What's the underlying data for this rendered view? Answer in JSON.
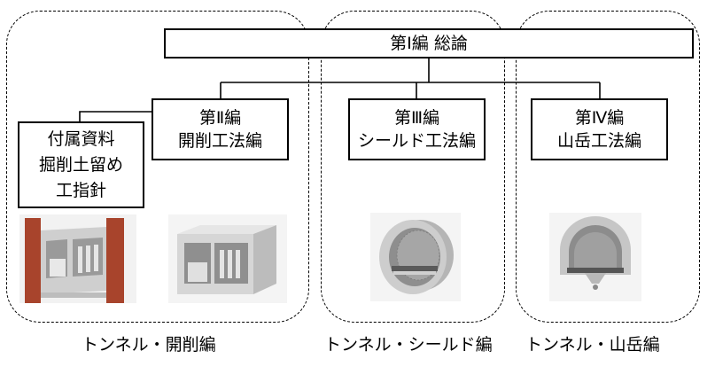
{
  "volumes": {
    "vol1": "第Ⅰ編 総論",
    "vol2": {
      "line1": "第Ⅱ編",
      "line2": "開削工法編"
    },
    "vol3": {
      "line1": "第Ⅲ編",
      "line2": "シールド工法編"
    },
    "vol4": {
      "line1": "第Ⅳ編",
      "line2": "山岳工法編"
    },
    "appendix": {
      "line1": "付属資料",
      "line2": "掘削土留め",
      "line3": "工指針"
    }
  },
  "groups": {
    "open_cut": "トンネル・開削編",
    "shield": "トンネル・シールド編",
    "mountain": "トンネル・山岳編"
  },
  "icons": [
    "cut-and-cover-box-with-retaining-walls-icon",
    "cut-and-cover-box-culvert-icon",
    "shield-tunnel-segment-ring-icon",
    "mountain-tunnel-lining-icon"
  ],
  "colors": {
    "retaining_wall": "#a8442c",
    "concrete": "#d8d8d8",
    "background": "#ffffff",
    "line": "#000000"
  }
}
